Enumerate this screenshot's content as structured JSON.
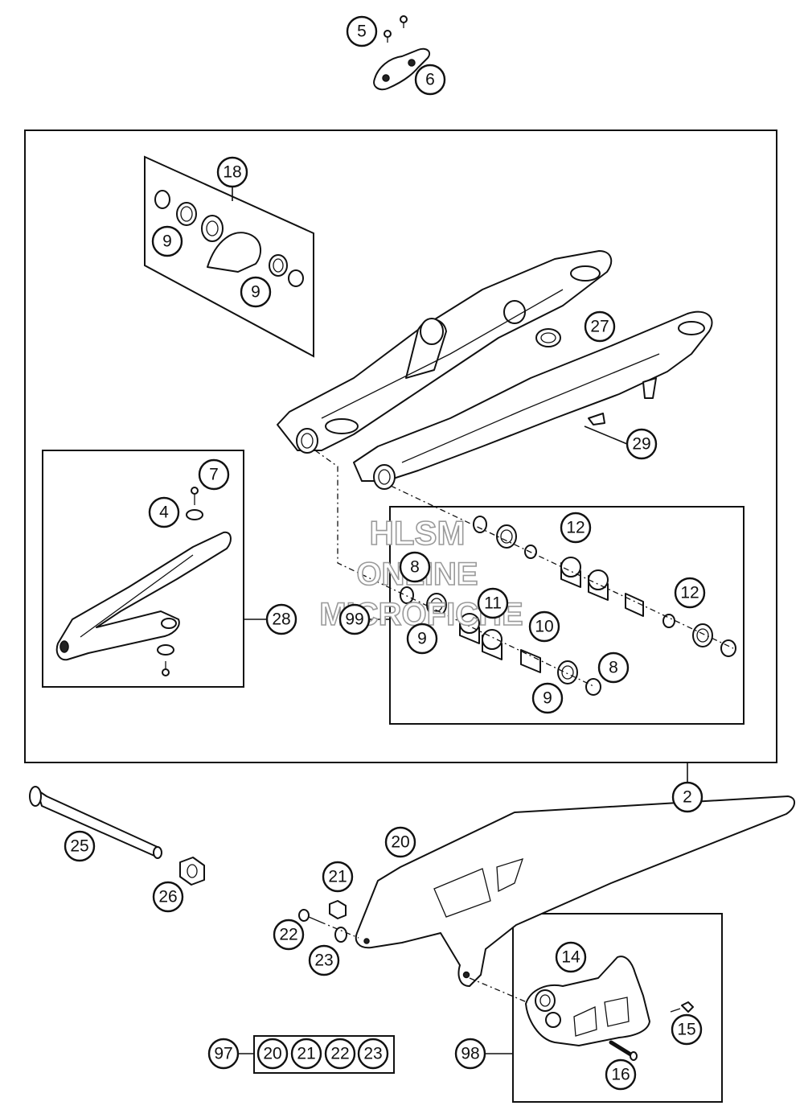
{
  "callouts": [
    {
      "id": "c5",
      "label": "5"
    },
    {
      "id": "c6",
      "label": "6"
    },
    {
      "id": "c18",
      "label": "18"
    },
    {
      "id": "c9a",
      "label": "9"
    },
    {
      "id": "c9b",
      "label": "9"
    },
    {
      "id": "c27",
      "label": "27"
    },
    {
      "id": "c29",
      "label": "29"
    },
    {
      "id": "c7",
      "label": "7"
    },
    {
      "id": "c4",
      "label": "4"
    },
    {
      "id": "c28",
      "label": "28"
    },
    {
      "id": "c12a",
      "label": "12"
    },
    {
      "id": "c12b",
      "label": "12"
    },
    {
      "id": "c8a",
      "label": "8"
    },
    {
      "id": "c99",
      "label": "99"
    },
    {
      "id": "c11",
      "label": "11"
    },
    {
      "id": "c10",
      "label": "10"
    },
    {
      "id": "c9c",
      "label": "9"
    },
    {
      "id": "c8b",
      "label": "8"
    },
    {
      "id": "c9d",
      "label": "9"
    },
    {
      "id": "c2",
      "label": "2"
    },
    {
      "id": "c25",
      "label": "25"
    },
    {
      "id": "c26",
      "label": "26"
    },
    {
      "id": "c20",
      "label": "20"
    },
    {
      "id": "c21",
      "label": "21"
    },
    {
      "id": "c22",
      "label": "22"
    },
    {
      "id": "c23",
      "label": "23"
    },
    {
      "id": "c14",
      "label": "14"
    },
    {
      "id": "c15",
      "label": "15"
    },
    {
      "id": "c16",
      "label": "16"
    },
    {
      "id": "c97",
      "label": "97"
    },
    {
      "id": "c97_20",
      "label": "20"
    },
    {
      "id": "c97_21",
      "label": "21"
    },
    {
      "id": "c97_22",
      "label": "22"
    },
    {
      "id": "c97_23",
      "label": "23"
    },
    {
      "id": "c98",
      "label": "98"
    }
  ],
  "watermark": {
    "line1": "HLSM",
    "line2": "ONLINE",
    "line3": "MICROFICHE"
  }
}
